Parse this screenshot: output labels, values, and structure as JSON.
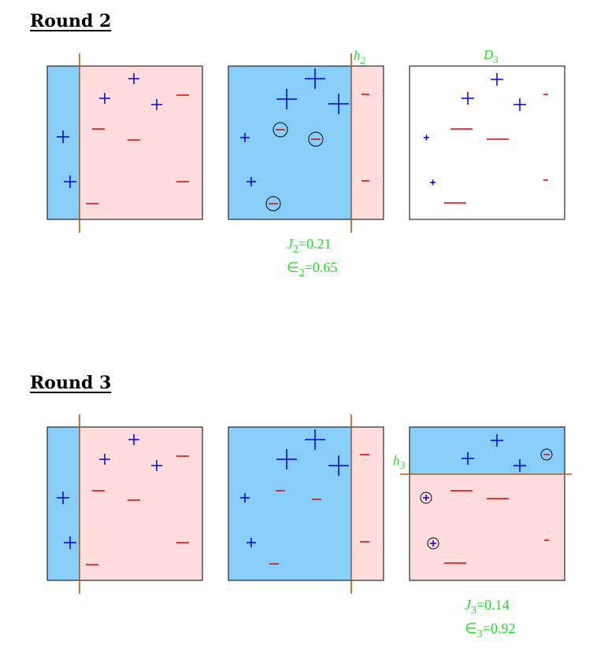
{
  "rounds": [
    {
      "title": "Round 2",
      "hypothesis_label": "h",
      "hypothesis_sub": "2",
      "distribution_label": "D",
      "distribution_sub": "3",
      "stats": [
        {
          "symbol": "J",
          "sub": "2",
          "value": "=0.21"
        },
        {
          "symbol": "∈",
          "sub": "2",
          "value": "=0.65"
        }
      ]
    },
    {
      "title": "Round 3",
      "hypothesis_label": "h",
      "hypothesis_sub": "3",
      "stats": [
        {
          "symbol": "J",
          "sub": "3",
          "value": "=0.14"
        },
        {
          "symbol": "∈",
          "sub": "3",
          "value": "=0.92"
        }
      ]
    }
  ],
  "colors": {
    "positive_region": "#87cefa",
    "negative_region": "#ffdddd",
    "plus_sign": "#0000dd",
    "minus_sign": "#dd0000",
    "boundary": "#b05a1a",
    "annotation": "#22dd22"
  }
}
